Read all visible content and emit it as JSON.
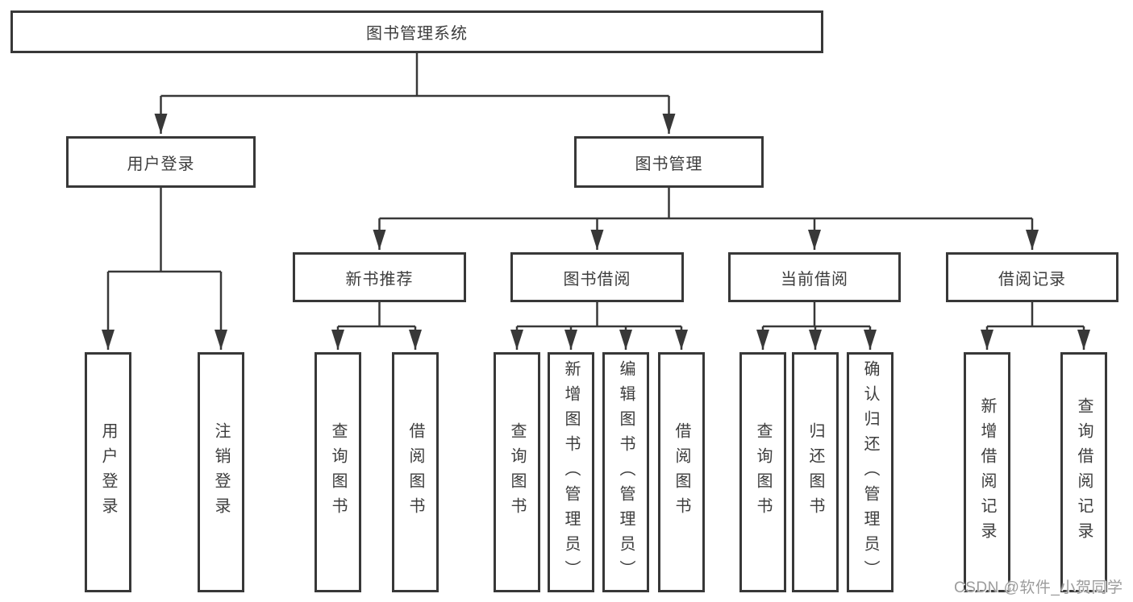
{
  "colors": {
    "line": "#383838",
    "text": "#3d3d3d",
    "background": "#ffffff",
    "watermark": "#9c9c9c"
  },
  "watermark": "CSDN @软件_小贺同学",
  "tree": {
    "root": {
      "label": "图书管理系统"
    },
    "branches": [
      {
        "label": "用户登录",
        "children": [
          {
            "label": "用户登录"
          },
          {
            "label": "注销登录"
          }
        ]
      },
      {
        "label": "图书管理",
        "children": [
          {
            "label": "新书推荐",
            "children": [
              {
                "label": "查询图书"
              },
              {
                "label": "借阅图书"
              }
            ]
          },
          {
            "label": "图书借阅",
            "children": [
              {
                "label": "查询图书"
              },
              {
                "label": "新增图书（管理员）"
              },
              {
                "label": "编辑图书（管理员）"
              },
              {
                "label": "借阅图书"
              }
            ]
          },
          {
            "label": "当前借阅",
            "children": [
              {
                "label": "查询图书"
              },
              {
                "label": "归还图书"
              },
              {
                "label": "确认归还（管理员）"
              }
            ]
          },
          {
            "label": "借阅记录",
            "children": [
              {
                "label": "新增借阅记录"
              },
              {
                "label": "查询借阅记录"
              }
            ]
          }
        ]
      }
    ]
  }
}
